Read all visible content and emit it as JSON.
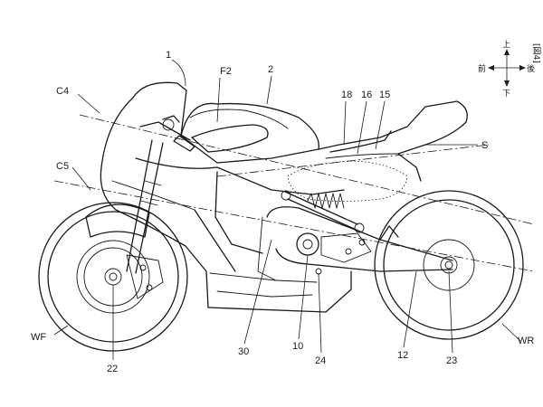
{
  "figure": {
    "fig_label": "[図4]",
    "direction": {
      "up": "上",
      "down": "下",
      "front": "前",
      "rear": "後"
    }
  },
  "labels": {
    "l1": "1",
    "l2": "2",
    "F2": "F2",
    "C4": "C4",
    "C5": "C5",
    "l18": "18",
    "l16": "16",
    "l15": "15",
    "S": "S",
    "WF": "WF",
    "WR": "WR",
    "l22": "22",
    "l30": "30",
    "l10": "10",
    "l24": "24",
    "l12": "12",
    "l23": "23"
  }
}
